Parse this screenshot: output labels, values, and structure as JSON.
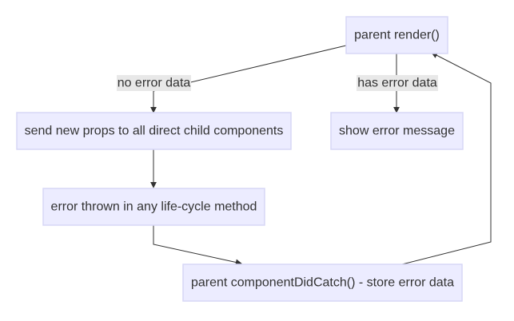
{
  "nodes": {
    "parent_render": "parent render()",
    "send_props": "send new props to all direct child components",
    "show_error": "show error message",
    "error_thrown": "error thrown in any life-cycle method",
    "did_catch": "parent componentDidCatch() - store error data"
  },
  "edges": {
    "no_error": "no error data",
    "has_error": "has error data"
  },
  "colors": {
    "node_fill": "#ececff",
    "node_border": "#d7d7f5",
    "line": "#333333",
    "label_bg": "#e8e8e8"
  }
}
